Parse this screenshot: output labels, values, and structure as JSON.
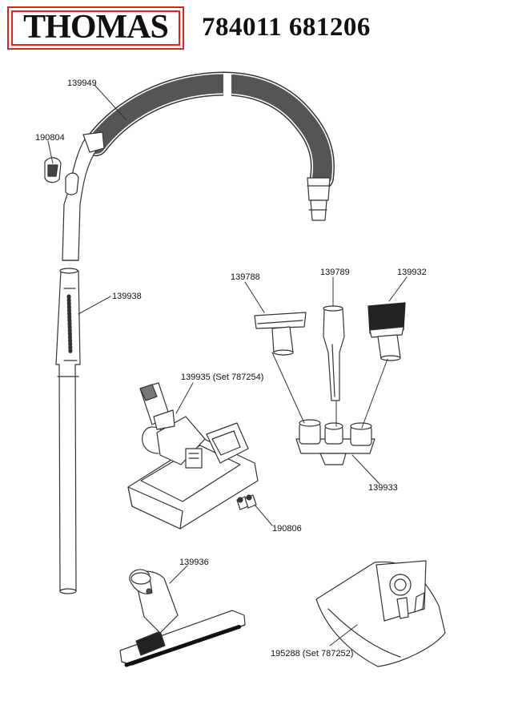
{
  "header": {
    "brand": "THOMAS",
    "model_numbers": "784011 681206",
    "brand_color": "#e1251b"
  },
  "parts": [
    {
      "id": "hose",
      "label": "139949"
    },
    {
      "id": "clip",
      "label": "190804"
    },
    {
      "id": "tube",
      "label": "139938"
    },
    {
      "id": "upholstery-nozzle",
      "label": "139788"
    },
    {
      "id": "crevice-nozzle",
      "label": "139789"
    },
    {
      "id": "brush-nozzle",
      "label": "139932"
    },
    {
      "id": "floor-nozzle",
      "label": "139935 (Set 787254)"
    },
    {
      "id": "nozzle-holder",
      "label": "139933"
    },
    {
      "id": "wheels",
      "label": "190806"
    },
    {
      "id": "parquet-nozzle",
      "label": "139936"
    },
    {
      "id": "dust-bag",
      "label": "195288 (Set 787252)"
    }
  ]
}
